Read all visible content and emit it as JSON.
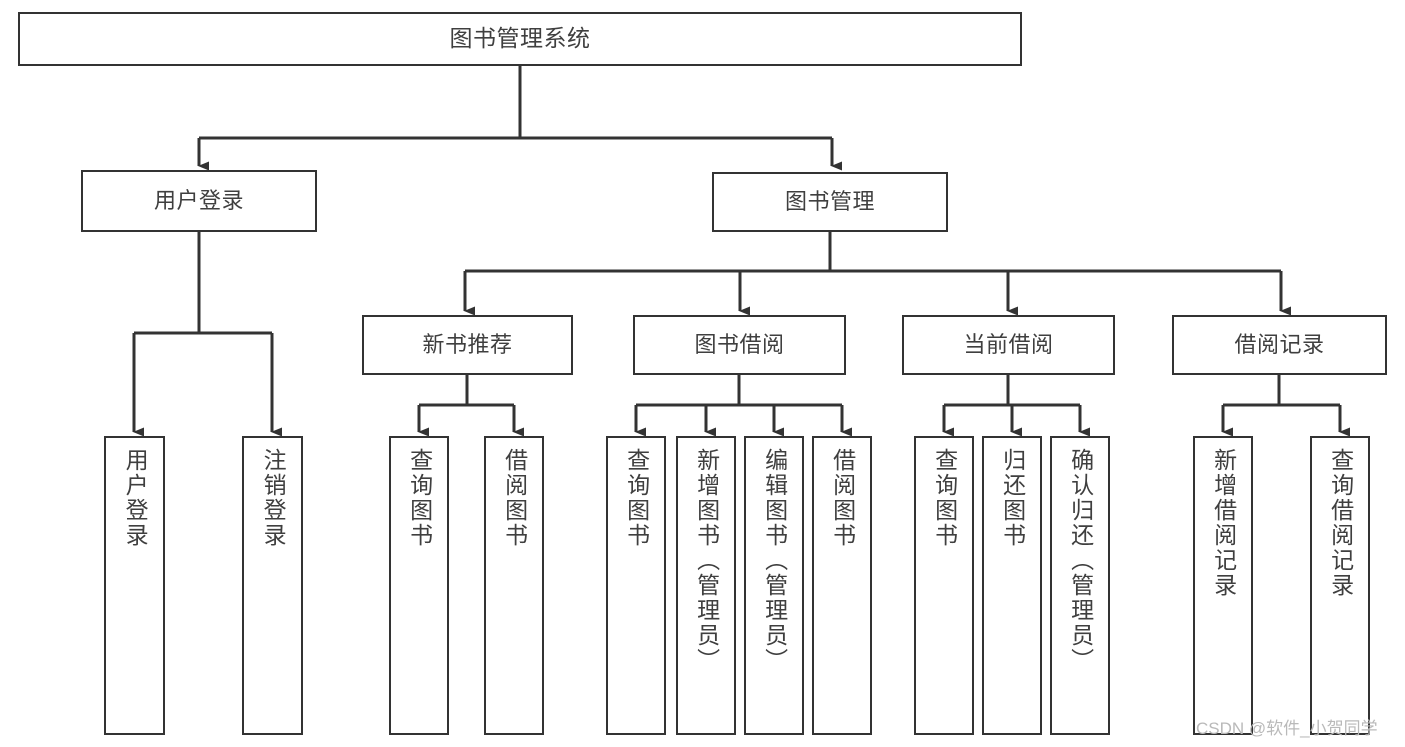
{
  "diagram": {
    "type": "tree-hierarchy-chart",
    "title": "图书管理系统",
    "watermark": "CSDN @软件_小贺同学",
    "colors": {
      "border": "#333333",
      "text": "#3f3f3f",
      "background": "#ffffff",
      "edge": "#333333",
      "watermark": "#b9b9b9"
    },
    "nodes": {
      "root": {
        "label": "图书管理系统",
        "level": 0
      },
      "level1": [
        {
          "id": "user-login",
          "label": "用户登录"
        },
        {
          "id": "book-management",
          "label": "图书管理"
        }
      ],
      "level2": [
        {
          "id": "new-book-recommend",
          "label": "新书推荐",
          "parent": "book-management"
        },
        {
          "id": "book-borrow",
          "label": "图书借阅",
          "parent": "book-management"
        },
        {
          "id": "current-borrow",
          "label": "当前借阅",
          "parent": "book-management"
        },
        {
          "id": "borrow-record",
          "label": "借阅记录",
          "parent": "book-management"
        }
      ],
      "leaves": {
        "user-login": [
          {
            "id": "leaf-user-login",
            "label": "用户登录"
          },
          {
            "id": "leaf-user-logout",
            "label": "注销登录"
          }
        ],
        "new-book-recommend": [
          {
            "id": "leaf-query-book-1",
            "label": "查询图书"
          },
          {
            "id": "leaf-borrow-book-1",
            "label": "借阅图书"
          }
        ],
        "book-borrow": [
          {
            "id": "leaf-query-book-2",
            "label": "查询图书"
          },
          {
            "id": "leaf-add-book",
            "label": "新增图书（管理员）"
          },
          {
            "id": "leaf-edit-book",
            "label": "编辑图书（管理员）"
          },
          {
            "id": "leaf-borrow-book-2",
            "label": "借阅图书"
          }
        ],
        "current-borrow": [
          {
            "id": "leaf-query-book-3",
            "label": "查询图书"
          },
          {
            "id": "leaf-return-book",
            "label": "归还图书"
          },
          {
            "id": "leaf-confirm-return",
            "label": "确认归还（管理员）"
          }
        ],
        "borrow-record": [
          {
            "id": "leaf-add-record",
            "label": "新增借阅记录"
          },
          {
            "id": "leaf-query-record",
            "label": "查询借阅记录"
          }
        ]
      }
    }
  }
}
